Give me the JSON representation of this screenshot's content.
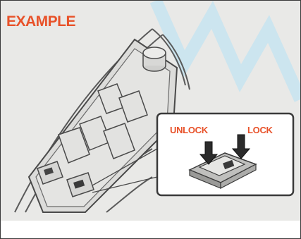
{
  "diagram": {
    "title": "EXAMPLE",
    "callout_labels": {
      "unlock": "UNLOCK",
      "lock": "LOCK"
    },
    "colors": {
      "label_accent": "#e8522a",
      "background": "#e9e9e7",
      "line": "#4a4a4a",
      "arrow_fill": "#2b2b2b"
    },
    "icons": [
      "window-switch-panel",
      "mirror-control-knob",
      "window-lock-button",
      "down-arrow"
    ]
  }
}
